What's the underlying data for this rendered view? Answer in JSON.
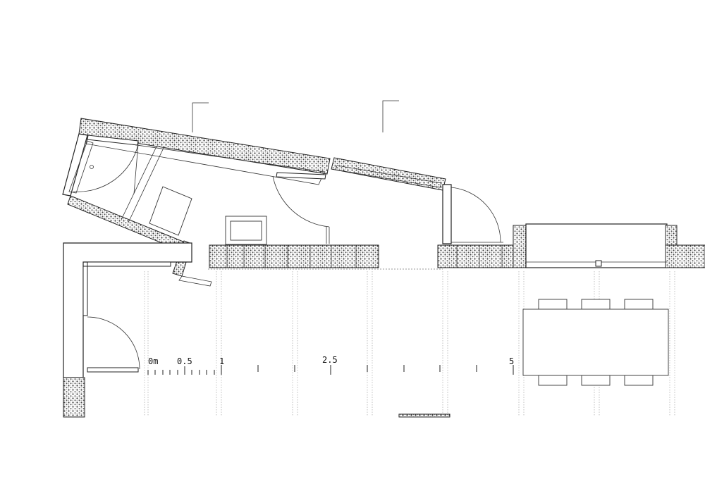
{
  "scale_bar": {
    "unit_label": "0m",
    "labels": [
      "0.5",
      "1",
      "2.5",
      "5"
    ]
  },
  "colors": {
    "line": "#222222",
    "background": "#ffffff",
    "hatch": "#555555"
  },
  "drawing_type": "architectural floor plan"
}
